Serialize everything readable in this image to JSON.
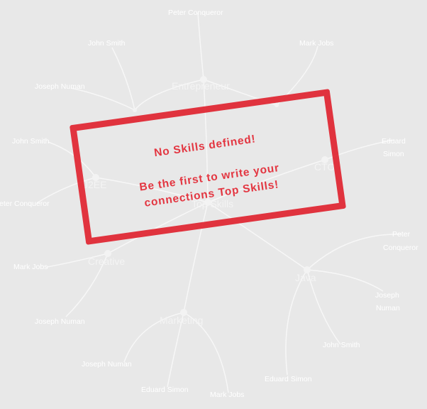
{
  "graph": {
    "center": "Top Skills",
    "skills": [
      {
        "label": "Entrepreneur",
        "connections": [
          "Peter Conqueror",
          "John Smith",
          "Mark Jobs",
          "Joseph Numan"
        ]
      },
      {
        "label": "CTO",
        "connections": [
          "Eduard Simon"
        ]
      },
      {
        "label": "J2EE",
        "connections": [
          "John Smith",
          "Peter Conqueror"
        ]
      },
      {
        "label": "Creative",
        "connections": [
          "Mark Jobs",
          "Joseph Numan"
        ]
      },
      {
        "label": "Java",
        "connections": [
          "Peter Conqueror",
          "Joseph Numan",
          "John Smith",
          "Eduard Simon"
        ]
      },
      {
        "label": "Marketing",
        "connections": [
          "Joseph Numan",
          "Eduard Simon",
          "Mark Jobs"
        ]
      }
    ]
  },
  "stamp": {
    "line1": "No Skills defined!",
    "line2a": "Be the first to write your",
    "line2b": "connections Top Skills!"
  },
  "colors": {
    "background": "#e8e8e8",
    "edges": "#f7f7f7",
    "stamp": "#e0202c"
  }
}
